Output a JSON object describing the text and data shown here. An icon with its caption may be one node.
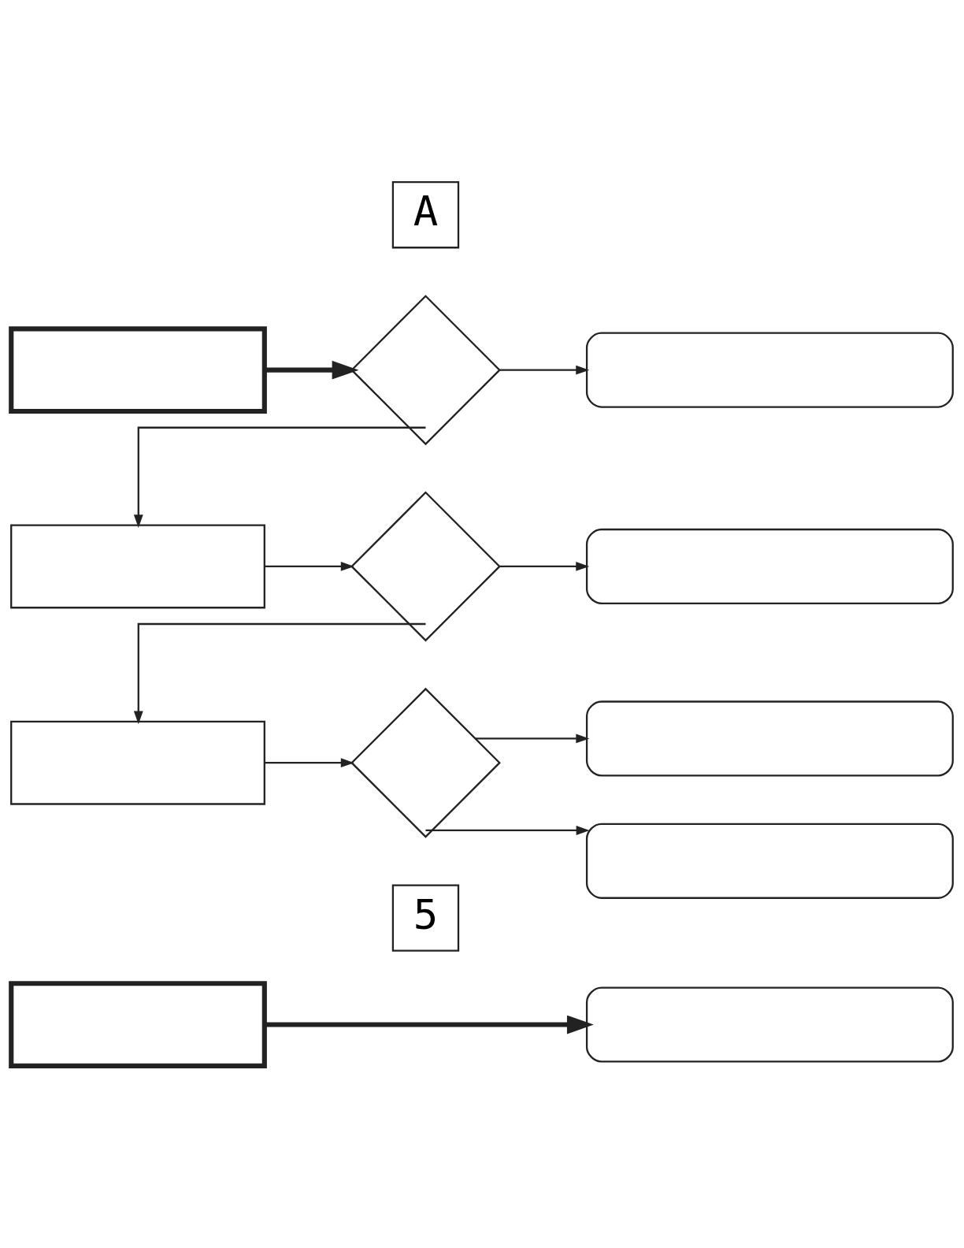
{
  "diagram": {
    "nodes": [
      {
        "text": [
          "A"
        ]
      },
      {
        "text": [],
        "shape": "box"
      },
      {
        "text": [],
        "shape": "diamond"
      },
      {
        "text": [],
        "shape": "box"
      },
      {
        "text": [],
        "shape": "box"
      },
      {
        "text": [],
        "shape": "diamond"
      },
      {
        "text": [],
        "shape": "box"
      },
      {
        "text": [],
        "shape": "box"
      },
      {
        "text": [],
        "shape": "diamond"
      },
      {
        "text": [],
        "shape": "box"
      },
      {
        "text": [],
        "shape": "box"
      },
      {
        "text": [
          "5"
        ]
      },
      {
        "text": [],
        "shape": "box"
      },
      {
        "text": [],
        "shape": "box"
      }
    ],
    "edges": [
      {
        "from": 1,
        "to": 2,
        "arrow": "to",
        "style": "thick"
      },
      {
        "from": 2,
        "to": 3,
        "arrow": "to"
      },
      {
        "from": 2,
        "to": 4,
        "arrow": "to"
      },
      {
        "from": 4,
        "to": 5,
        "arrow": "to"
      },
      {
        "from": 5,
        "to": 6,
        "arrow": "to"
      },
      {
        "from": 5,
        "to": 7,
        "arrow": "to"
      },
      {
        "from": 7,
        "to": 8,
        "arrow": "to"
      },
      {
        "from": 8,
        "to": 9,
        "arrow": "to"
      },
      {
        "from": 8,
        "to": 10,
        "arrow": "to"
      },
      {
        "from": 12,
        "to": 13,
        "arrow": "to",
        "style": "thick"
      }
    ]
  }
}
